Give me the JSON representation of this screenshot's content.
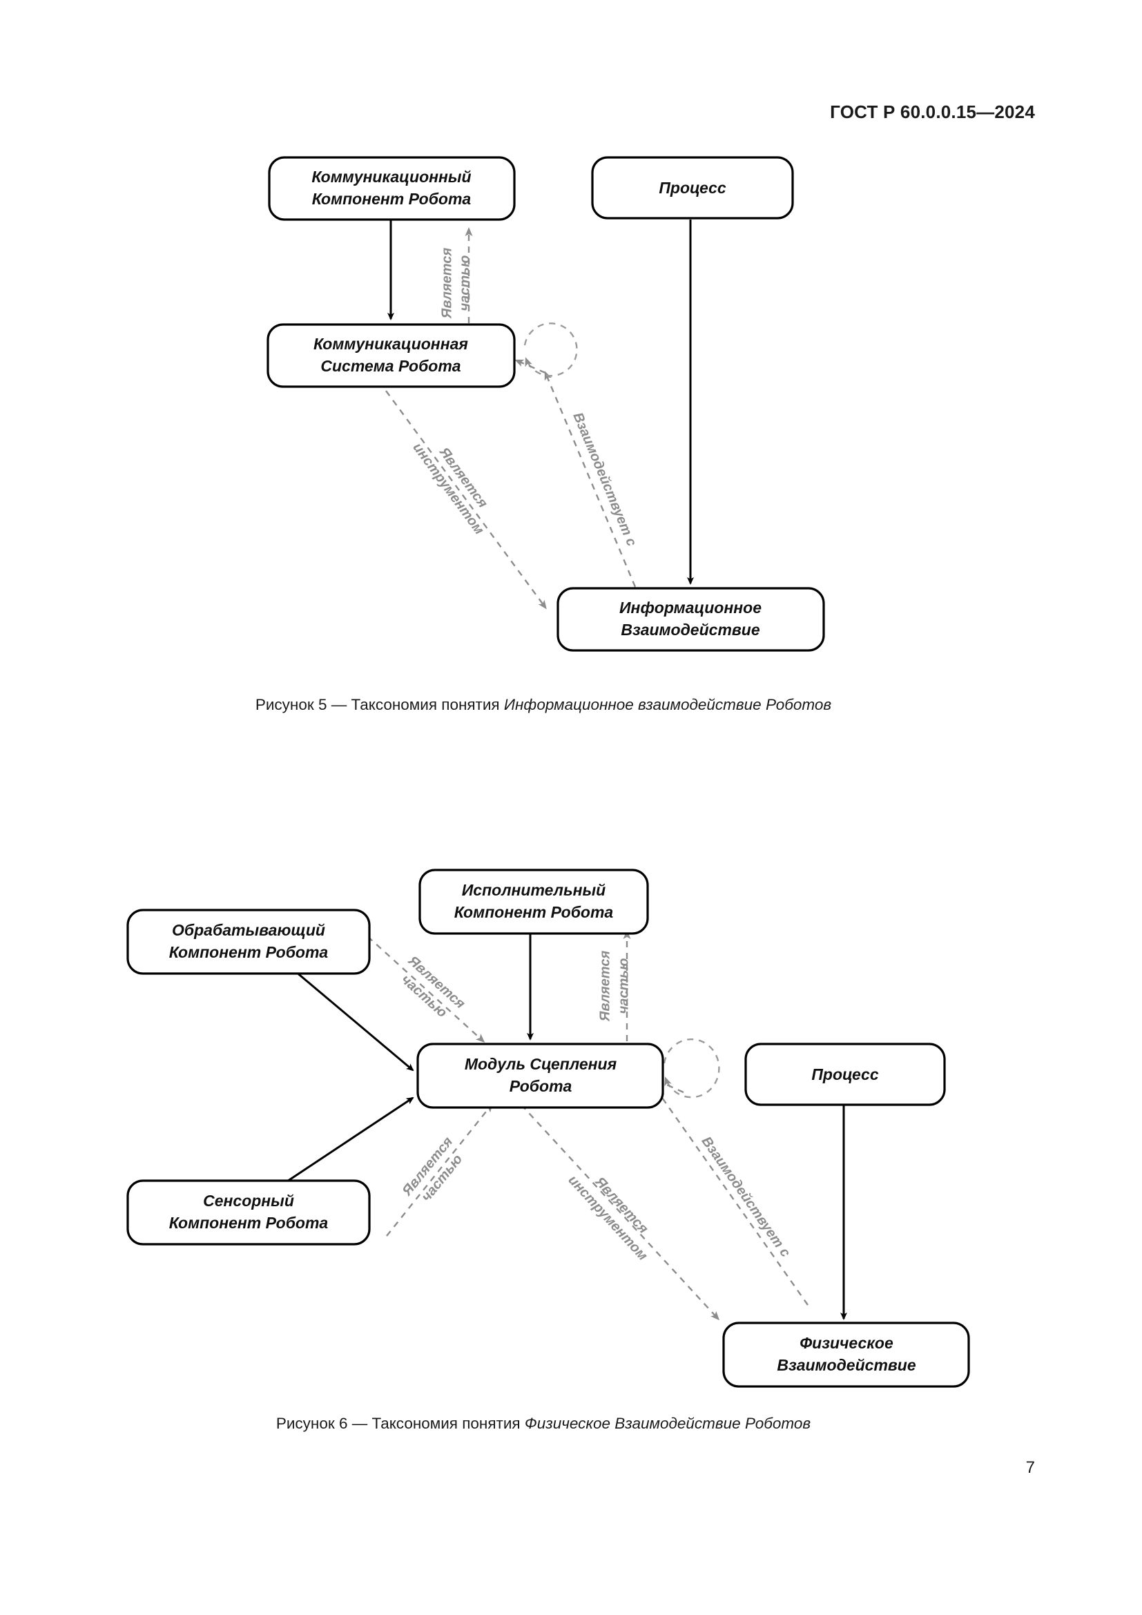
{
  "header": {
    "standard_id": "ГОСТ Р 60.0.0.15—2024"
  },
  "page_number": "7",
  "figures": [
    {
      "id": "figure-5",
      "caption_prefix": "Рисунок 5 — Таксономия понятия ",
      "caption_emphasis": "Информационное взаимодействие Роботов",
      "nodes": [
        {
          "id": "comm-component",
          "lines": [
            "Коммуникационный",
            "Компонент Робота"
          ]
        },
        {
          "id": "process",
          "lines": [
            "Процесс"
          ]
        },
        {
          "id": "comm-system",
          "lines": [
            "Коммуникационная",
            "Система Робота"
          ]
        },
        {
          "id": "info-interaction",
          "lines": [
            "Информационное",
            "Взаимодействие"
          ]
        }
      ],
      "edges": [
        {
          "id": "comm-component-to-comm-system",
          "style": "solid",
          "label": []
        },
        {
          "id": "comm-system-to-comm-component",
          "style": "dashed",
          "label": [
            "Является",
            "частью"
          ]
        },
        {
          "id": "process-to-info-interaction",
          "style": "solid",
          "label": []
        },
        {
          "id": "comm-system-to-info-tool",
          "style": "dashed",
          "label": [
            "Является",
            "инструментом"
          ]
        },
        {
          "id": "info-interaction-to-comm-system",
          "style": "dashed",
          "label": [
            "Взаимодействует с"
          ]
        },
        {
          "id": "comm-system-self-loop",
          "style": "dashed",
          "label": []
        }
      ]
    },
    {
      "id": "figure-6",
      "caption_prefix": "Рисунок 6 — Таксономия понятия ",
      "caption_emphasis": "Физическое Взаимодействие Роботов",
      "nodes": [
        {
          "id": "exec-component",
          "lines": [
            "Исполнительный",
            "Компонент Робота"
          ]
        },
        {
          "id": "processing-component",
          "lines": [
            "Обрабатывающий",
            "Компонент Робота"
          ]
        },
        {
          "id": "sensor-component",
          "lines": [
            "Сенсорный",
            "Компонент Робота"
          ]
        },
        {
          "id": "coupling-module",
          "lines": [
            "Модуль Сцепления",
            "Робота"
          ]
        },
        {
          "id": "process",
          "lines": [
            "Процесс"
          ]
        },
        {
          "id": "physical-interaction",
          "lines": [
            "Физическое",
            "Взаимодействие"
          ]
        }
      ],
      "edges": [
        {
          "id": "processing-to-coupling",
          "style": "solid",
          "label": []
        },
        {
          "id": "coupling-to-processing",
          "style": "dashed",
          "label": [
            "Является",
            "частью"
          ]
        },
        {
          "id": "exec-to-coupling",
          "style": "solid",
          "label": []
        },
        {
          "id": "coupling-to-exec",
          "style": "dashed",
          "label": [
            "Является",
            "частью"
          ]
        },
        {
          "id": "sensor-to-coupling",
          "style": "solid",
          "label": []
        },
        {
          "id": "coupling-to-sensor",
          "style": "dashed",
          "label": [
            "Является",
            "частью"
          ]
        },
        {
          "id": "coupling-to-physical-tool",
          "style": "dashed",
          "label": [
            "Является",
            "инструментом"
          ]
        },
        {
          "id": "physical-to-coupling",
          "style": "dashed",
          "label": [
            "Взаимодействует с"
          ]
        },
        {
          "id": "process-to-physical",
          "style": "solid",
          "label": []
        },
        {
          "id": "coupling-self-loop",
          "style": "dashed",
          "label": []
        }
      ]
    }
  ],
  "colors": {
    "text": "#1a1a1a",
    "node_stroke": "#000000",
    "node_fill": "#ffffff",
    "solid_edge": "#000000",
    "dashed_edge": "#8c8c8c"
  }
}
